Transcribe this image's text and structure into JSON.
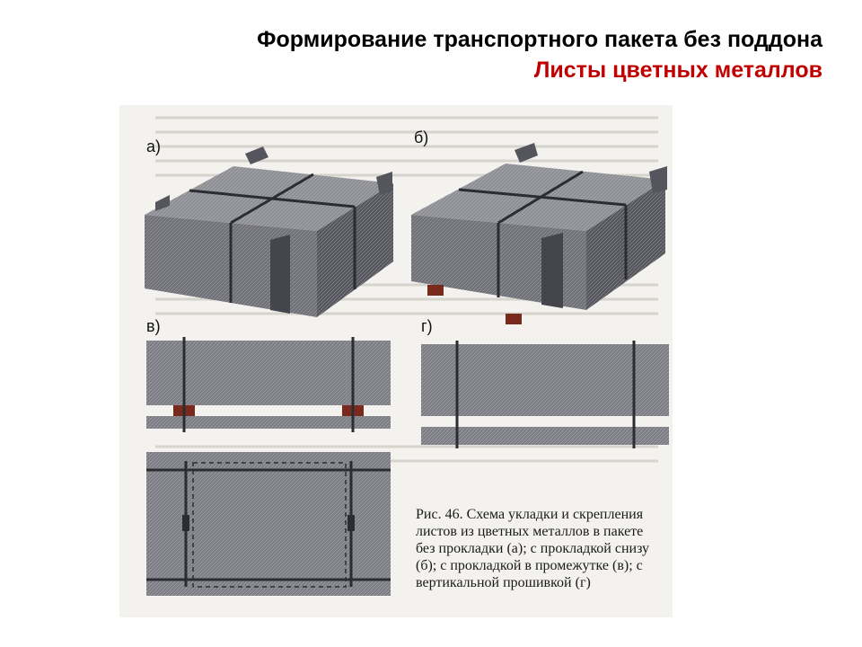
{
  "header": {
    "title": "Формирование  транспортного  пакета без поддона",
    "subtitle": "Листы цветных металлов"
  },
  "figure": {
    "labels": {
      "a": "а)",
      "b": "б)",
      "v": "в)",
      "g": "г)"
    },
    "caption": "Рис. 46. Схема укладки и скрепления листов из цветных металлов в пакете без прокладки (а); с прокладкой снизу (б); с прокладкой в промежутке (в); с вертикальной прошивкой (г)"
  },
  "colors": {
    "metal_top": "#8d8e94",
    "metal_front": "#6f7077",
    "metal_side": "#55565d",
    "strap": "#2c2c33",
    "spacer": "#7a2a1c",
    "subtitle": "#c00000"
  }
}
